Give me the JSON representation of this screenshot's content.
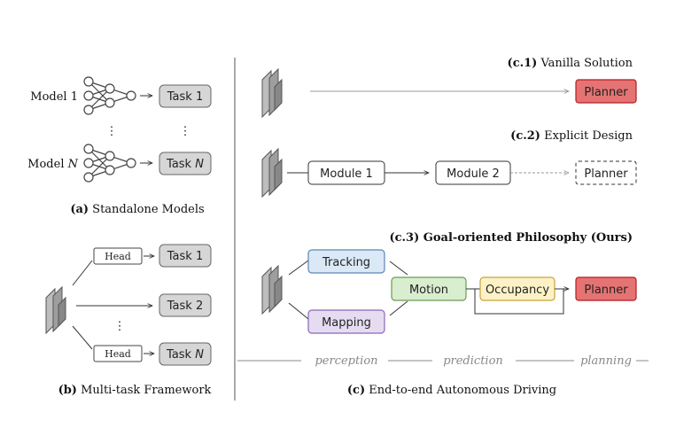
{
  "panel_a": {
    "model_1": "Model 1",
    "model_n_prefix": "Model ",
    "model_n_var": "N",
    "task_1": "Task 1",
    "task_n_prefix": "Task ",
    "task_n_var": "N",
    "caption_label": "(a)",
    "caption_text": " Standalone Models"
  },
  "panel_b": {
    "head_top": "Head",
    "head_bottom": "Head",
    "task_1": "Task 1",
    "task_2": "Task 2",
    "task_n_prefix": "Task ",
    "task_n_var": "N",
    "caption_label": "(b)",
    "caption_text": " Multi-task Framework"
  },
  "panel_c": {
    "c1_label": "(c.1)",
    "c1_text": " Vanilla Solution",
    "c1_planner": "Planner",
    "c2_label": "(c.2)",
    "c2_text": " Explicit Design",
    "c2_module1": "Module 1",
    "c2_module2": "Module 2",
    "c2_planner": "Planner",
    "c3_title": "(c.3) Goal-oriented Philosophy (Ours)",
    "tracking": "Tracking",
    "mapping": "Mapping",
    "motion": "Motion",
    "occupancy": "Occupancy",
    "c3_planner": "Planner",
    "stage_perception": "perception",
    "stage_prediction": "prediction",
    "stage_planning": "planning",
    "caption_label": "(c)",
    "caption_text": " End-to-end Autonomous Driving"
  },
  "colors": {
    "planner_fill": "#e57373",
    "planner_stroke": "#b71c1c",
    "tracking_fill": "#dbe8f6",
    "tracking_stroke": "#5b86b5",
    "mapping_fill": "#e6dcf2",
    "mapping_stroke": "#8a67b8",
    "motion_fill": "#d9edcf",
    "motion_stroke": "#6a9b55",
    "occupancy_fill": "#fdf2c6",
    "occupancy_stroke": "#c9a33a",
    "task_fill": "#d6d6d6",
    "task_stroke": "#666666"
  }
}
